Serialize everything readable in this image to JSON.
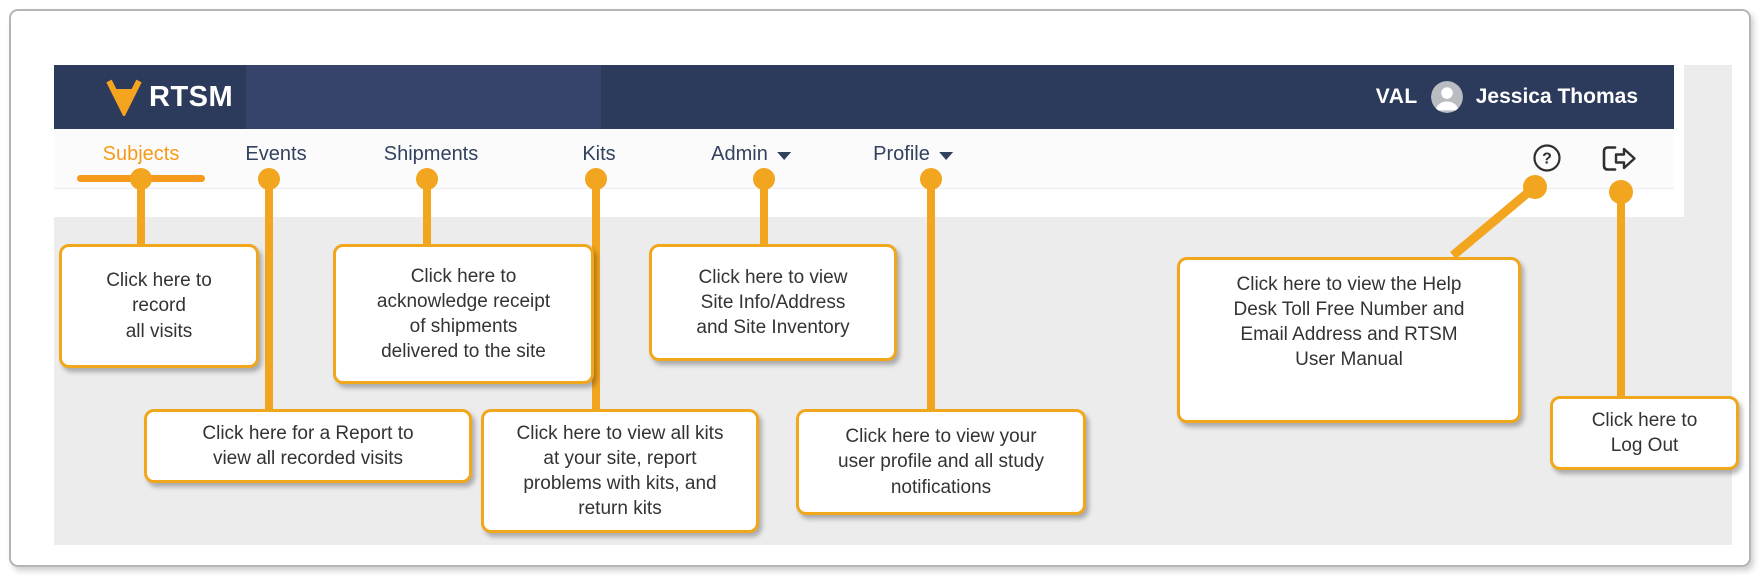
{
  "header": {
    "logo_text": "RTSM",
    "env_label": "VAL",
    "user_name": "Jessica Thomas"
  },
  "nav": {
    "items": [
      {
        "label": "Subjects",
        "active": true
      },
      {
        "label": "Events",
        "active": false
      },
      {
        "label": "Shipments",
        "active": false
      },
      {
        "label": "Kits",
        "active": false
      },
      {
        "label": "Admin",
        "active": false,
        "dropdown": true
      },
      {
        "label": "Profile",
        "active": false,
        "dropdown": true
      }
    ]
  },
  "icons": {
    "help": "question-mark-circle",
    "logout": "exit-arrow",
    "avatar": "user-silhouette",
    "logo": "orange-v-chevron"
  },
  "callouts": [
    {
      "target": "Subjects",
      "text": "Click here to\nrecord\nall visits"
    },
    {
      "target": "Events",
      "text": "Click here for a Report to\nview all recorded visits"
    },
    {
      "target": "Shipments",
      "text": "Click here to\nacknowledge receipt\nof shipments\ndelivered to the site"
    },
    {
      "target": "Kits",
      "text": "Click here to view all kits\nat your site, report\nproblems with kits, and\nreturn kits"
    },
    {
      "target": "Admin",
      "text": "Click here to view\nSite Info/Address\nand Site Inventory"
    },
    {
      "target": "Profile",
      "text": "Click here to view your\nuser profile and all study\nnotifications"
    },
    {
      "target": "Help",
      "text": "Click here to view the Help\nDesk Toll Free Number and\nEmail Address and RTSM\nUser Manual"
    },
    {
      "target": "Log Out",
      "text": "Click here to\nLog Out"
    }
  ],
  "colors": {
    "accent_orange": "#F2A51F",
    "navy": "#2C3A5C",
    "content_background": "#ECECEC",
    "callout_border": "#F0A71C"
  }
}
